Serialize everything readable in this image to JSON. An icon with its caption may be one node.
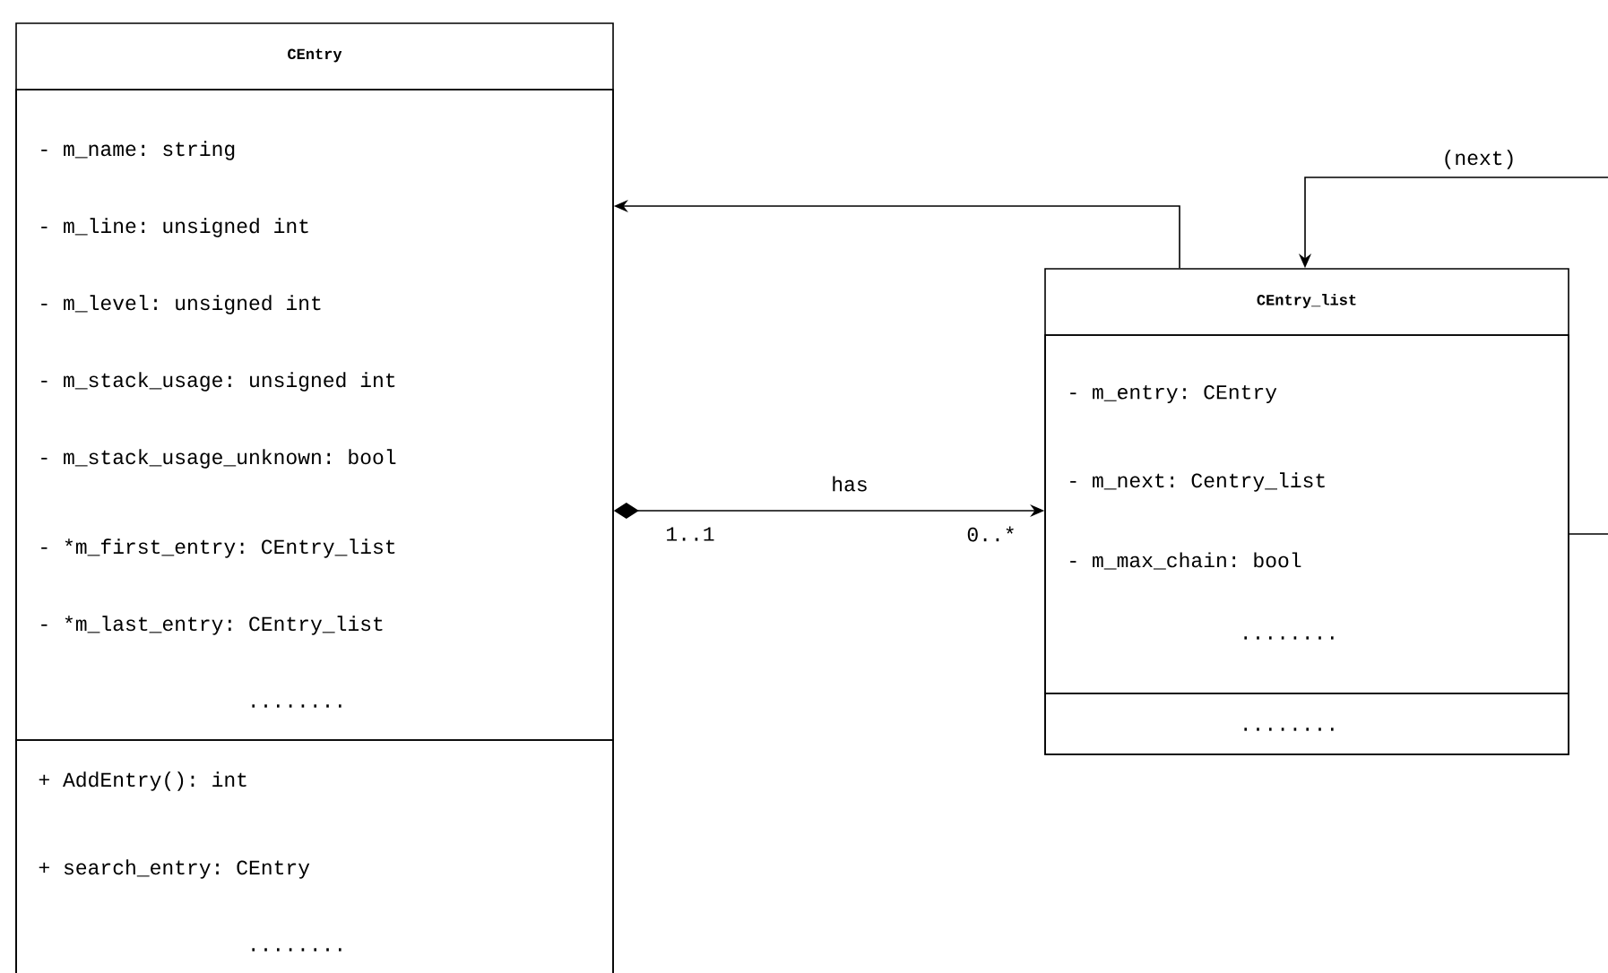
{
  "diagram": {
    "nodes": [
      {
        "text": [
          "CEntry"
        ]
      },
      {
        "text": [
          "- m_name: string",
          "- m_line: unsigned int",
          "- m_level: unsigned int",
          "- m_stack_usage: unsigned int",
          "- m_stack_usage_unknown: bool",
          "- *m_first_entry: CEntry_list",
          "- *m_last_entry: CEntry_list",
          "........"
        ],
        "in": 0
      },
      {
        "text": [
          "+ AddEntry(): int",
          "+ search_entry: CEntry",
          "........"
        ],
        "in": 0
      },
      {
        "text": [
          "CEntry_list"
        ]
      },
      {
        "text": [
          "- m_entry: CEntry",
          "- m_next: Centry_list",
          "- m_max_chain: bool",
          "........"
        ],
        "in": 3
      },
      {
        "text": [
          "........"
        ],
        "in": 3
      }
    ],
    "edges": [
      {
        "from": 3,
        "to": 1,
        "arrow": "to"
      },
      {
        "from": 1,
        "to": 4,
        "arrow": "to",
        "label": "has"
      },
      {
        "from": 4,
        "to": 3,
        "arrow": "to",
        "label": "(next)"
      }
    ],
    "labels": [
      "1..1",
      "0..*"
    ]
  }
}
